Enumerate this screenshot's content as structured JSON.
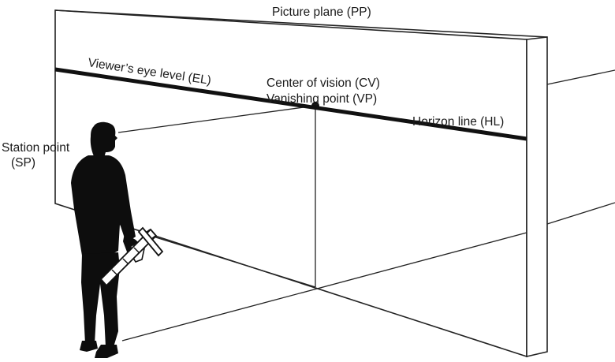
{
  "labels": {
    "picture_plane": "Picture plane (PP)",
    "eye_level": "Viewer’s eye level (EL)",
    "center_of_vision": "Center of vision (CV)",
    "vanishing_point": "Vanishing point (VP)",
    "horizon_line": "Horizon line (HL)",
    "station_point_line1": "Station point",
    "station_point_line2": "(SP)"
  },
  "colors": {
    "ink": "#111111",
    "figure": "#0d0d0d",
    "background": "#ffffff"
  }
}
